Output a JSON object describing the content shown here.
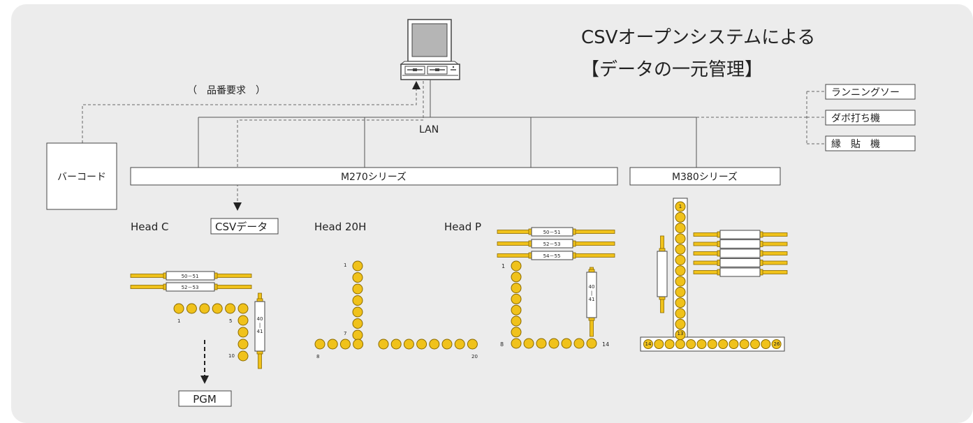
{
  "title": {
    "line1": "CSVオープンシステムによる",
    "line2": "【データの一元管理】"
  },
  "network": {
    "lan_label": "LAN",
    "request_label": "（　品番要求　）",
    "barcode_label": "バーコード",
    "csv_label": "CSVデータ",
    "pgm_label": "PGM"
  },
  "series": {
    "m270": "M270シリーズ",
    "m380": "M380シリーズ"
  },
  "peripherals": [
    "ランニングソー",
    "ダボ打ち機",
    "縁　貼　機"
  ],
  "heads": {
    "c": {
      "name": "Head C",
      "bars": [
        "50－51",
        "52－53"
      ],
      "vbar": [
        "40",
        "|",
        "41"
      ],
      "row_labels": [
        "1",
        "5",
        "10"
      ]
    },
    "h20": {
      "name": "Head 20H",
      "labels": [
        "1",
        "7",
        "8",
        "20"
      ]
    },
    "p": {
      "name": "Head P",
      "bars": [
        "50－51",
        "52－53",
        "54－55"
      ],
      "vbar": [
        "40",
        "|",
        "41"
      ],
      "labels": [
        "1",
        "8",
        "14"
      ]
    },
    "m380": {
      "numbers": [
        "1",
        "13",
        "14",
        "26"
      ]
    }
  },
  "colors": {
    "background": "#ececec",
    "spindle": "#f0c21b",
    "spindle_stroke": "#8a6a00",
    "line": "#555555",
    "dashed": "#666666"
  }
}
